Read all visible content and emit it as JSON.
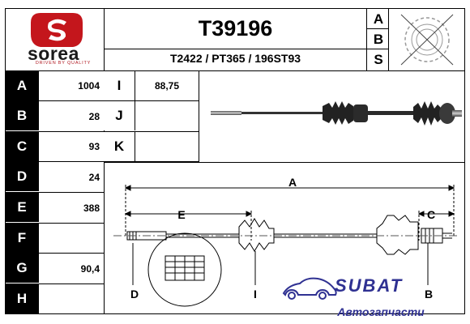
{
  "header": {
    "brand": "sorea",
    "brand_tagline": "DRIVEN BY QUALITY",
    "part_number": "T39196",
    "cross_references": "T2422 / PT365 / 196ST93",
    "abs_letters": [
      "A",
      "B",
      "S"
    ],
    "abs_icon": "abs-ring-crossed-icon"
  },
  "specs_left": [
    {
      "label": "A",
      "value": "1004"
    },
    {
      "label": "B",
      "value": "28"
    },
    {
      "label": "C",
      "value": "93"
    },
    {
      "label": "D",
      "value": "24"
    },
    {
      "label": "E",
      "value": "388"
    },
    {
      "label": "F",
      "value": ""
    },
    {
      "label": "G",
      "value": "90,4"
    },
    {
      "label": "H",
      "value": ""
    }
  ],
  "specs_right": [
    {
      "label": "I",
      "value": "88,75"
    },
    {
      "label": "J",
      "value": ""
    },
    {
      "label": "K",
      "value": ""
    }
  ],
  "drawing": {
    "dimension_labels": {
      "A": "A",
      "E": "E",
      "C": "C",
      "D": "D",
      "I": "I",
      "B": "B"
    }
  },
  "watermark": {
    "name": "SUBAT",
    "subtitle": "Автозапчасти"
  },
  "colors": {
    "brand_red": "#c4161c",
    "watermark_blue": "#2f3192",
    "label_bg": "#000000"
  }
}
